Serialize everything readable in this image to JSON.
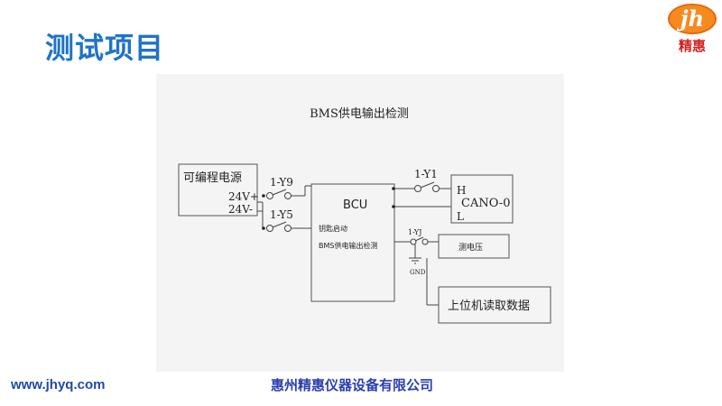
{
  "slide": {
    "title": "测试项目"
  },
  "logo": {
    "letters": "jh",
    "name": "精惠",
    "colors": {
      "oval": "#f58a1f",
      "name": "#d42020"
    }
  },
  "diagram": {
    "title": "BMS供电输出检测",
    "power_supply": {
      "label": "可编程电源",
      "terminal_pos": "24V+",
      "terminal_neg": "24V-"
    },
    "relays": {
      "y9": "1-Y9",
      "y5": "1-Y5",
      "y1": "1-Y1",
      "yj": "1-YJ"
    },
    "bcu": {
      "label": "BCU",
      "key_start": "钥匙启动",
      "bms_output": "BMS供电输出检测"
    },
    "can": {
      "label": "CANO-0",
      "high": "H",
      "low": "L"
    },
    "gnd": "GND",
    "voltage_meter": "测电压",
    "host_pc": "上位机读取数据"
  },
  "footer": {
    "url": "www.jhyq.com",
    "company": "惠州精惠仪器设备有限公司"
  },
  "colors": {
    "title": "#1f74c8",
    "footer_url": "#1f4aa8",
    "footer_company": "#2a3fb0"
  }
}
